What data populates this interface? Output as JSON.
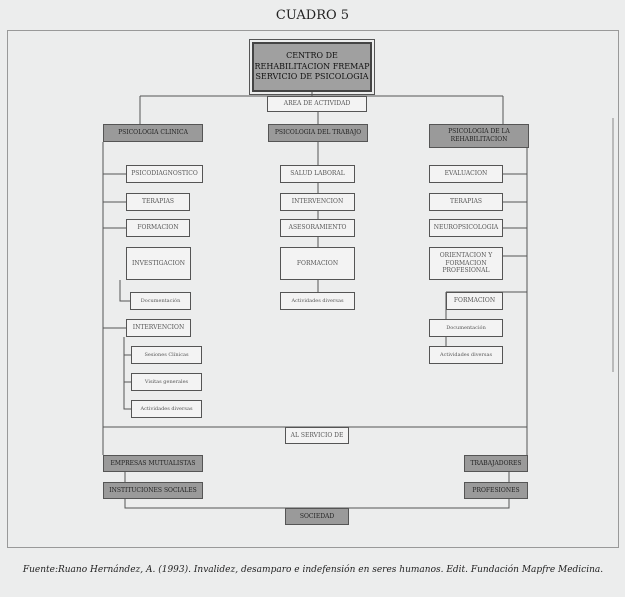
{
  "title": "CUADRO 5",
  "center": "CENTRO DE REHABILITACION FREMAP SERVICIO DE PSICOLOGIA",
  "area": "AREA DE ACTIVIDAD",
  "columns": [
    {
      "head": "PSICOLOGIA CLINICA",
      "items": [
        "PSICODIAGNOSTICO",
        "TERAPIAS",
        "FORMACION",
        "INVESTIGACION",
        "Documentación",
        "INTERVENCION",
        "Sesiones Clínicas",
        "Visitas generales",
        "Actividades diversas"
      ]
    },
    {
      "head": "PSICOLOGIA DEL TRABAJO",
      "items": [
        "SALUD LABORAL",
        "INTERVENCION",
        "ASESORAMIENTO",
        "FORMACION",
        "Actividades diversas"
      ]
    },
    {
      "head": "PSICOLOGIA DE LA REHABILITACION",
      "items": [
        "EVALUACION",
        "TERAPIAS",
        "NEUROPSICOLOGIA",
        "ORIENTACION Y FORMACION PROFESIONAL",
        "FORMACION",
        "Documentación",
        "Actividades diversas"
      ]
    }
  ],
  "service": "AL SERVICIO DE",
  "left_targets": [
    "EMPRESAS MUTUALISTAS",
    "INSTITUCIONES SOCIALES"
  ],
  "right_targets": [
    "TRABAJADORES",
    "PROFESIONES"
  ],
  "society": "SOCIEDAD",
  "caption": "Fuente:Ruano Hernández, A. (1993). Invalidez, desamparo e indefensión en seres humanos. Edit. Fundación Mapfre Medicina."
}
